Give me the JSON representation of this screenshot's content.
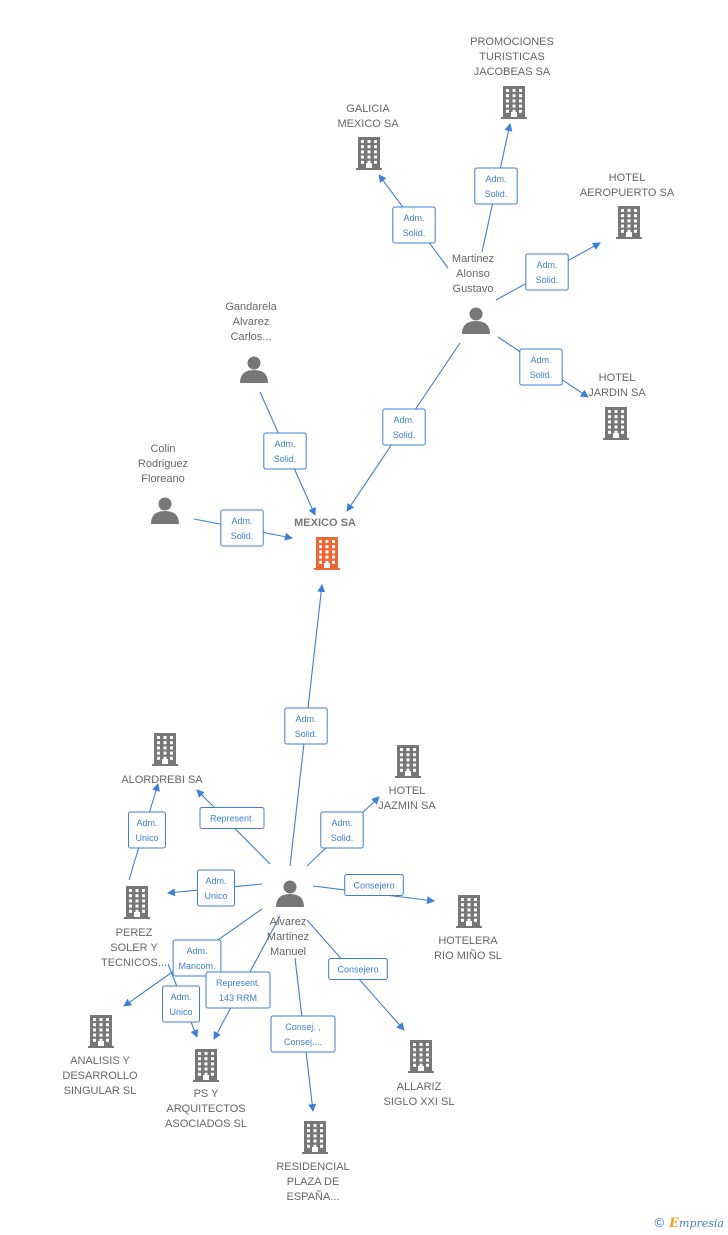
{
  "colors": {
    "edge": "#3d7fd6",
    "company": "#777777",
    "person": "#777777",
    "main_company": "#ee6633"
  },
  "nodes": [
    {
      "id": "mexico",
      "type": "company",
      "main": true,
      "label": [
        "MEXICO SA"
      ]
    },
    {
      "id": "promociones",
      "type": "company",
      "label": [
        "PROMOCIONES",
        "TURISTICAS",
        "JACOBEAS SA"
      ]
    },
    {
      "id": "galicia",
      "type": "company",
      "label": [
        "GALICIA",
        "MEXICO SA"
      ]
    },
    {
      "id": "hotel_aero",
      "type": "company",
      "label": [
        "HOTEL",
        "AEROPUERTO SA"
      ]
    },
    {
      "id": "hotel_jardin",
      "type": "company",
      "label": [
        "HOTEL",
        "JARDIN SA"
      ]
    },
    {
      "id": "martinez",
      "type": "person",
      "label": [
        "Martinez",
        "Alonso",
        "Gustavo"
      ]
    },
    {
      "id": "gandarela",
      "type": "person",
      "label": [
        "Gandarela",
        "Alvarez",
        "Carlos..."
      ]
    },
    {
      "id": "colin",
      "type": "person",
      "label": [
        "Colin",
        "Rodriguez",
        "Floreano"
      ]
    },
    {
      "id": "alvarez",
      "type": "person",
      "label": [
        "Alvarez",
        "Martinez",
        "Manuel"
      ]
    },
    {
      "id": "alordrebi",
      "type": "company",
      "label": [
        "ALORDREBI SA"
      ]
    },
    {
      "id": "hotel_jazmin",
      "type": "company",
      "label": [
        "HOTEL",
        "JAZMIN SA"
      ]
    },
    {
      "id": "perez",
      "type": "company",
      "label": [
        "PEREZ",
        "SOLER Y",
        "TECNICOS..."
      ]
    },
    {
      "id": "hotelera",
      "type": "company",
      "label": [
        "HOTELERA",
        "RIO MIÑO SL"
      ]
    },
    {
      "id": "analisis",
      "type": "company",
      "label": [
        "ANALISIS Y",
        "DESARROLLO",
        "SINGULAR SL"
      ]
    },
    {
      "id": "ps",
      "type": "company",
      "label": [
        "PS Y",
        "ARQUITECTOS",
        "ASOCIADOS SL"
      ]
    },
    {
      "id": "allariz",
      "type": "company",
      "label": [
        "ALLARIZ",
        "SIGLO XXI SL"
      ]
    },
    {
      "id": "residencial",
      "type": "company",
      "label": [
        "RESIDENCIAL",
        "PLAZA DE",
        "ESPAÑA..."
      ]
    }
  ],
  "edges": [
    {
      "from": "martinez",
      "to": "promociones",
      "label": [
        "Adm.",
        "Solid."
      ]
    },
    {
      "from": "martinez",
      "to": "galicia",
      "label": [
        "Adm.",
        "Solid."
      ]
    },
    {
      "from": "martinez",
      "to": "hotel_aero",
      "label": [
        "Adm.",
        "Solid."
      ]
    },
    {
      "from": "martinez",
      "to": "hotel_jardin",
      "label": [
        "Adm.",
        "Solid."
      ]
    },
    {
      "from": "martinez",
      "to": "mexico",
      "label": [
        "Adm.",
        "Solid."
      ]
    },
    {
      "from": "gandarela",
      "to": "mexico",
      "label": [
        "Adm.",
        "Solid."
      ]
    },
    {
      "from": "colin",
      "to": "mexico",
      "label": [
        "Adm.",
        "Solid."
      ]
    },
    {
      "from": "alvarez",
      "to": "mexico",
      "label": [
        "Adm.",
        "Solid."
      ]
    },
    {
      "from": "alvarez",
      "to": "alordrebi",
      "label": [
        "Represent."
      ]
    },
    {
      "from": "perez",
      "to": "alordrebi",
      "label": [
        "Adm.",
        "Unico"
      ]
    },
    {
      "from": "alvarez",
      "to": "hotel_jazmin",
      "label": [
        "Adm.",
        "Solid."
      ]
    },
    {
      "from": "alvarez",
      "to": "perez",
      "label": [
        "Adm.",
        "Unico"
      ]
    },
    {
      "from": "alvarez",
      "to": "hotelera",
      "label": [
        "Consejero"
      ]
    },
    {
      "from": "alvarez",
      "to": "analisis",
      "label": [
        "Adm.",
        "Mancom."
      ]
    },
    {
      "from": "alvarez",
      "to": "ps",
      "label": [
        "Represent.",
        "143 RRM"
      ]
    },
    {
      "from": "perez",
      "to": "ps",
      "label": [
        "Adm.",
        "Unico"
      ]
    },
    {
      "from": "alvarez",
      "to": "allariz",
      "label": [
        "Consejero"
      ]
    },
    {
      "from": "alvarez",
      "to": "residencial",
      "label": [
        "Consej. ,",
        "Consej...."
      ]
    }
  ],
  "footer": {
    "copyright": "©",
    "brand_first": "E",
    "brand_rest": "mpresia"
  }
}
